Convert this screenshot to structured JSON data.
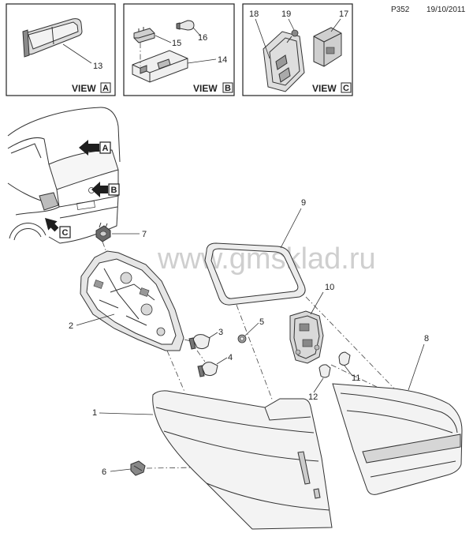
{
  "header": {
    "code": "P352",
    "date": "19/10/2011"
  },
  "watermark": "www.gmsklad.ru",
  "views": {
    "a": {
      "word": "VIEW",
      "letter": "A",
      "callouts": [
        "13"
      ]
    },
    "b": {
      "word": "VIEW",
      "letter": "B",
      "callouts": [
        "15",
        "16",
        "14"
      ]
    },
    "c": {
      "word": "VIEW",
      "letter": "C",
      "callouts": [
        "18",
        "19",
        "17"
      ]
    }
  },
  "view_arrows": [
    "A",
    "B",
    "C"
  ],
  "callouts": {
    "p1": "1",
    "p2": "2",
    "p3": "3",
    "p4": "4",
    "p5": "5",
    "p6": "6",
    "p7": "7",
    "p8": "8",
    "p9": "9",
    "p10": "10",
    "p11": "11",
    "p12": "12"
  }
}
